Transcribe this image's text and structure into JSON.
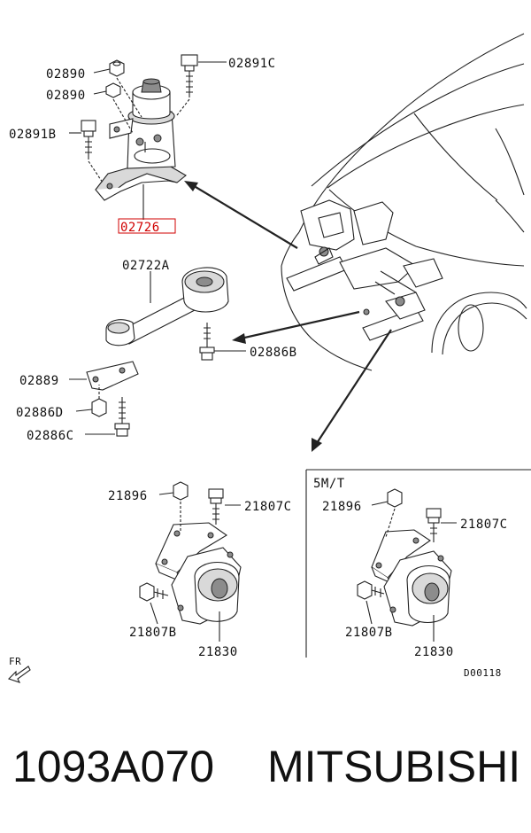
{
  "diagram": {
    "labels": {
      "p02890_a": "02890",
      "p02890_b": "02890",
      "p02891c": "02891C",
      "p02891b": "02891B",
      "p02726": "02726",
      "p02722a": "02722A",
      "p02886b": "02886B",
      "p02889": "02889",
      "p02886d": "02886D",
      "p02886c": "02886C",
      "p21896_l": "21896",
      "p21807c_l": "21807C",
      "p21807b_l": "21807B",
      "p21830_l": "21830",
      "p21896_r": "21896",
      "p21807c_r": "21807C",
      "p21807b_r": "21807B",
      "p21830_r": "21830",
      "variant": "5M/T",
      "front": "FR",
      "figure_code": "D00118"
    },
    "highlight_color": "#d00000"
  },
  "footer": {
    "part_number": "1093A070",
    "brand": "MITSUBISHI"
  }
}
